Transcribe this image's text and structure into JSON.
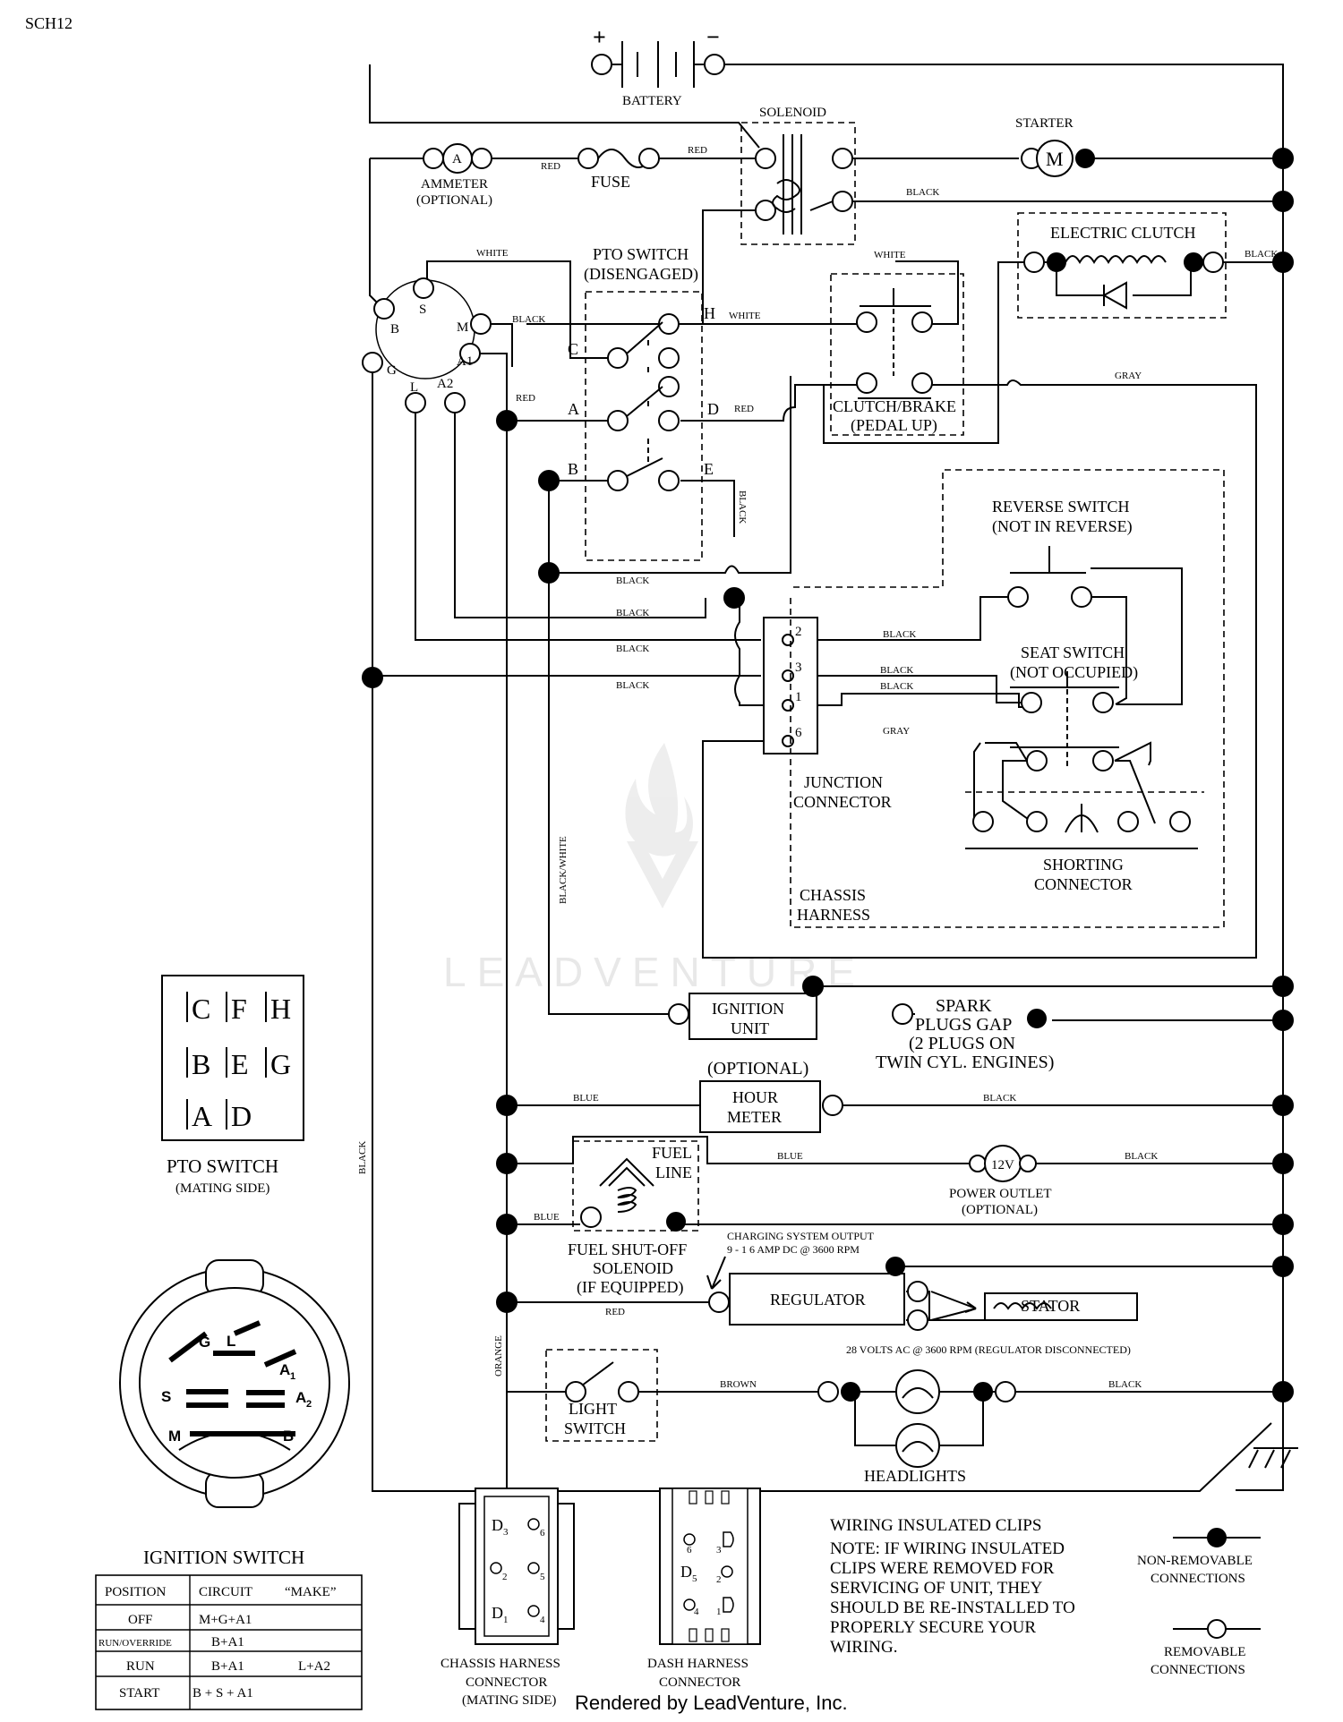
{
  "page_code": "SCH12",
  "components": {
    "battery": "BATTERY",
    "battery_plus": "+",
    "battery_minus": "−",
    "solenoid": "SOLENOID",
    "starter": "STARTER",
    "starter_symbol": "M",
    "ammeter": "AMMETER",
    "ammeter_optional": "(OPTIONAL)",
    "ammeter_symbol": "A",
    "fuse": "FUSE",
    "pto_switch": "PTO SWITCH",
    "pto_state": "(DISENGAGED)",
    "electric_clutch": "ELECTRIC CLUTCH",
    "clutch_brake": "CLUTCH/BRAKE",
    "clutch_brake_state": "(PEDAL UP)",
    "reverse_switch": "REVERSE SWITCH",
    "reverse_state": "(NOT IN REVERSE)",
    "seat_switch": "SEAT SWITCH",
    "seat_state": "(NOT OCCUPIED)",
    "junction_connector_1": "JUNCTION",
    "junction_connector_2": "CONNECTOR",
    "shorting_connector_1": "SHORTING",
    "shorting_connector_2": "CONNECTOR",
    "chassis_harness_1": "CHASSIS",
    "chassis_harness_2": "HARNESS",
    "ignition_unit_1": "IGNITION",
    "ignition_unit_2": "UNIT",
    "spark_1": "SPARK",
    "spark_2": "PLUGS GAP",
    "spark_3": "(2 PLUGS ON",
    "spark_4": "TWIN CYL. ENGINES)",
    "hour_meter_opt": "(OPTIONAL)",
    "hour_meter_1": "HOUR",
    "hour_meter_2": "METER",
    "fuel_line_1": "FUEL",
    "fuel_line_2": "LINE",
    "power_outlet": "POWER OUTLET",
    "power_outlet_opt": "(OPTIONAL)",
    "power_outlet_symbol": "12V",
    "fuel_solenoid_1": "FUEL SHUT-OFF",
    "fuel_solenoid_2": "SOLENOID",
    "fuel_solenoid_3": "(IF EQUIPPED)",
    "charging_1": "CHARGING SYSTEM OUTPUT",
    "charging_2": "9 - 1 6 AMP DC @ 3600 RPM",
    "regulator": "REGULATOR",
    "stator": "STATOR",
    "ac_output": "28 VOLTS AC @ 3600 RPM (REGULATOR DISCONNECTED)",
    "light_switch_1": "LIGHT",
    "light_switch_2": "SWITCH",
    "headlights": "HEADLIGHTS"
  },
  "ignition_terminals": {
    "s": "S",
    "m": "M",
    "b": "B",
    "a1": "A1",
    "g": "G",
    "l": "L",
    "a2": "A2"
  },
  "pto_terminals": {
    "c": "C",
    "h": "H",
    "a": "A",
    "d": "D",
    "b": "B",
    "e": "E"
  },
  "junction_pins": {
    "p2": "2",
    "p3": "3",
    "p1": "1",
    "p6": "6"
  },
  "wire_colors": {
    "white": "WHITE",
    "black": "BLACK",
    "red": "RED",
    "gray": "GRAY",
    "blue": "BLUE",
    "brown": "BROWN",
    "orange": "ORANGE",
    "black_white": "BLACK/WHITE"
  },
  "pto_mating": {
    "rows": [
      [
        "C",
        "F",
        "H"
      ],
      [
        "B",
        "E",
        "G"
      ],
      [
        "A",
        "D"
      ]
    ],
    "title": "PTO SWITCH",
    "subtitle": "(MATING SIDE)"
  },
  "ignition_switch": {
    "title": "IGNITION SWITCH",
    "pins": {
      "g": "G",
      "l": "L",
      "a1": "A",
      "a1_sub": "1",
      "s": "S",
      "a2": "A",
      "a2_sub": "2",
      "m": "M",
      "b": "B"
    },
    "table_headers": [
      "POSITION",
      "CIRCUIT",
      "“MAKE”"
    ],
    "table_rows": [
      {
        "position": "OFF",
        "circuit": "M+G+A1",
        "extra": ""
      },
      {
        "position": "RUN/OVERRIDE",
        "circuit": "B+A1",
        "extra": ""
      },
      {
        "position": "RUN",
        "circuit": "B+A1",
        "extra": "L+A2"
      },
      {
        "position": "START",
        "circuit": "B + S + A1",
        "extra": ""
      }
    ]
  },
  "chassis_connector": {
    "title_1": "CHASSIS HARNESS",
    "title_2": "CONNECTOR",
    "title_3": "(MATING SIDE)",
    "pins": {
      "d3": "D",
      "d3_sub": "3",
      "p6": "6",
      "p2": "2",
      "p5": "5",
      "d1": "D",
      "d1_sub": "1",
      "p4": "4"
    }
  },
  "dash_connector": {
    "title_1": "DASH HARNESS",
    "title_2": "CONNECTOR",
    "pins": {
      "p6": "6",
      "p3": "3",
      "d5": "D",
      "d5_sub": "5",
      "p2": "2",
      "p4": "4",
      "p1": "1"
    }
  },
  "note": {
    "title": "WIRING INSULATED CLIPS",
    "lines": [
      "NOTE:  IF WIRING INSULATED",
      "CLIPS WERE REMOVED FOR",
      "SERVICING OF UNIT, THEY",
      "SHOULD BE RE-INSTALLED TO",
      "PROPERLY SECURE YOUR",
      "WIRING."
    ]
  },
  "legend": {
    "nonremovable_1": "NON-REMOVABLE",
    "nonremovable_2": "CONNECTIONS",
    "removable_1": "REMOVABLE",
    "removable_2": "CONNECTIONS"
  },
  "footer": "Rendered by LeadVenture, Inc.",
  "watermark": "LEADVENTURE"
}
